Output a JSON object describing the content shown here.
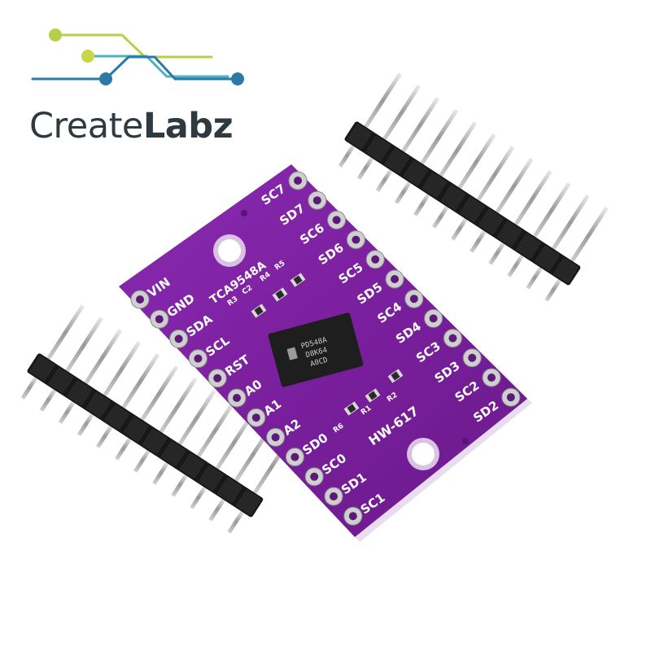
{
  "logo": {
    "brand_regular": "Create",
    "brand_bold": "Labz",
    "colors": {
      "text": "#2f3a40",
      "circuit_lines": [
        "#b5d14a",
        "#4db3c3",
        "#2a7aa8"
      ]
    }
  },
  "board": {
    "color": "#7a1f9e",
    "model_label": "HW-617",
    "chip_label": "TCA9548A",
    "chip_marking": [
      "PD548A",
      "D8K64",
      "A0CD"
    ],
    "component_labels": [
      "R3",
      "C2",
      "R4",
      "R5",
      "R6",
      "R1",
      "R2"
    ],
    "left_pins": [
      "VIN",
      "GND",
      "SDA",
      "SCL",
      "RST",
      "A0",
      "A1",
      "A2",
      "SD0",
      "SC0",
      "SD1",
      "SC1"
    ],
    "right_pins": [
      "SC7",
      "SD7",
      "SC6",
      "SD6",
      "SC5",
      "SD5",
      "SC4",
      "SD4",
      "SC3",
      "SD3",
      "SC2",
      "SD2"
    ]
  },
  "headers": {
    "count": 2,
    "pins_per_header": 12,
    "description_icon": "pin-header-icon"
  }
}
